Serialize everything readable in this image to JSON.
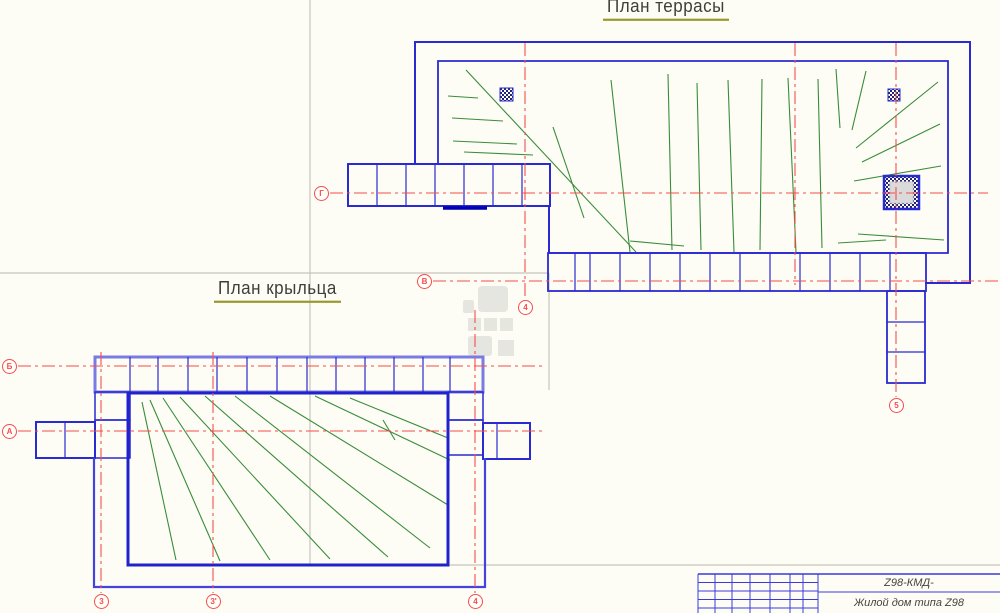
{
  "canvas": {
    "background": "#fdfdf5"
  },
  "titles": {
    "terrace": "План террасы",
    "porch": "План крыльца"
  },
  "axes": {
    "g": "Г",
    "v": "В",
    "b": "Б",
    "a": "А",
    "n3": "3",
    "n3p": "3'",
    "n4_porch": "4",
    "n4_terrace": "4",
    "n5": "5"
  },
  "title_block": {
    "doc_code": "Z98-КМД-",
    "project_name": "Жилой дом типа Z98"
  },
  "colors": {
    "wall_blue": "#2a2ad2",
    "band_light_blue": "#7b7be4",
    "axis_red": "#f74c4c",
    "hatch_green": "#3a8c3a",
    "underline_olive": "#97972a",
    "ref_line_gray": "#c6c6be",
    "watermark_gray": "#e6e6e0",
    "deep_blue": "#0000b4",
    "text_dark": "#3f3f37"
  }
}
